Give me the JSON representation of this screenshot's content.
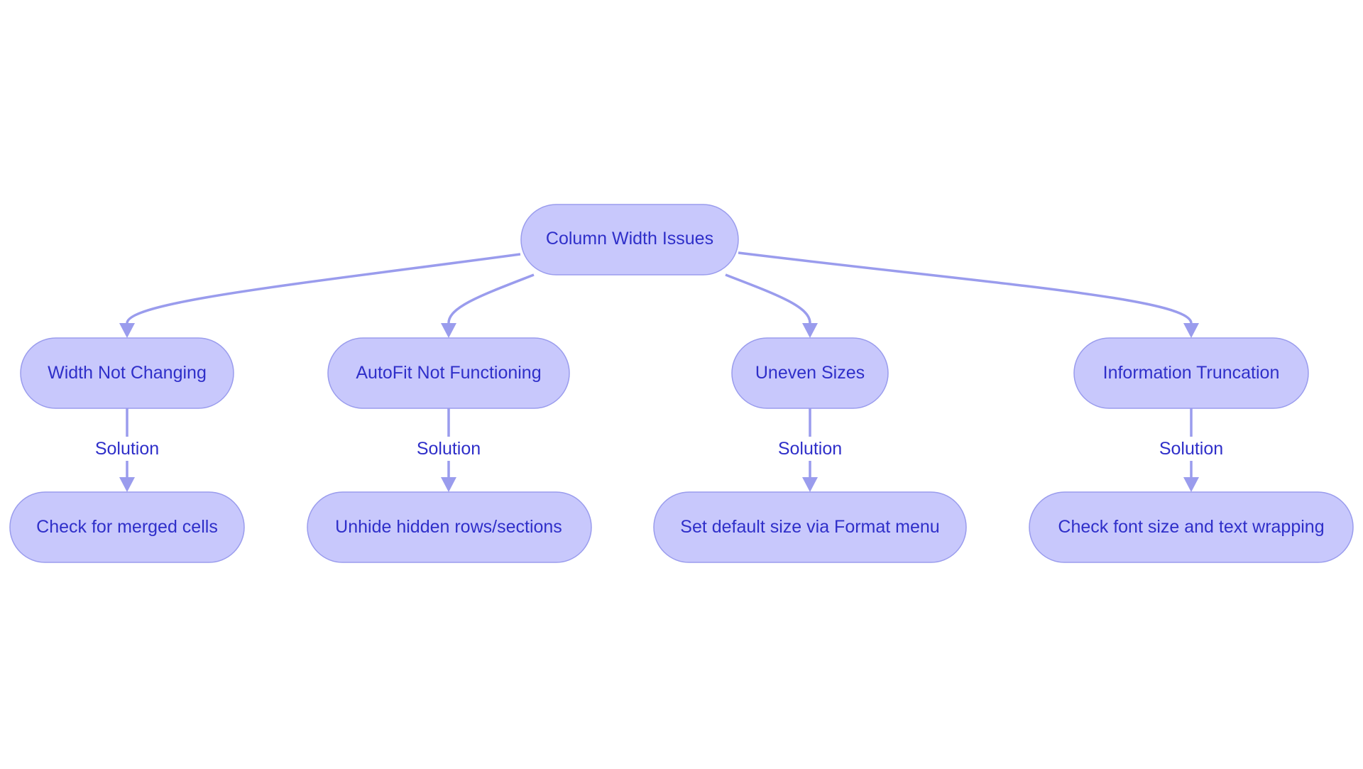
{
  "diagram": {
    "root": {
      "label": "Column Width Issues"
    },
    "issues": [
      {
        "label": "Width Not Changing",
        "edge_label": "Solution",
        "solution": "Check for merged cells"
      },
      {
        "label": "AutoFit Not Functioning",
        "edge_label": "Solution",
        "solution": "Unhide hidden rows/sections"
      },
      {
        "label": "Uneven Sizes",
        "edge_label": "Solution",
        "solution": "Set default size via Format menu"
      },
      {
        "label": "Information Truncation",
        "edge_label": "Solution",
        "solution": "Check font size and text wrapping"
      }
    ]
  },
  "colors": {
    "node_fill": "#c8c8fc",
    "node_stroke": "#9a9ced",
    "text": "#2f2fc9",
    "edge": "#9a9ced",
    "background": "#ffffff"
  }
}
